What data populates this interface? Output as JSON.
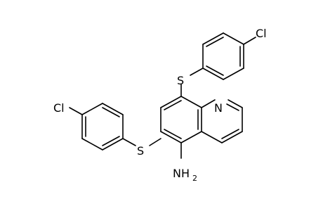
{
  "molecule": {
    "atom_labels": {
      "chlorine_upper": "Cl",
      "sulfur_upper": "S",
      "nitrogen_ring": "N",
      "chlorine_left": "Cl",
      "sulfur_left": "S",
      "amine_main": "NH",
      "amine_subscript": "2"
    }
  }
}
